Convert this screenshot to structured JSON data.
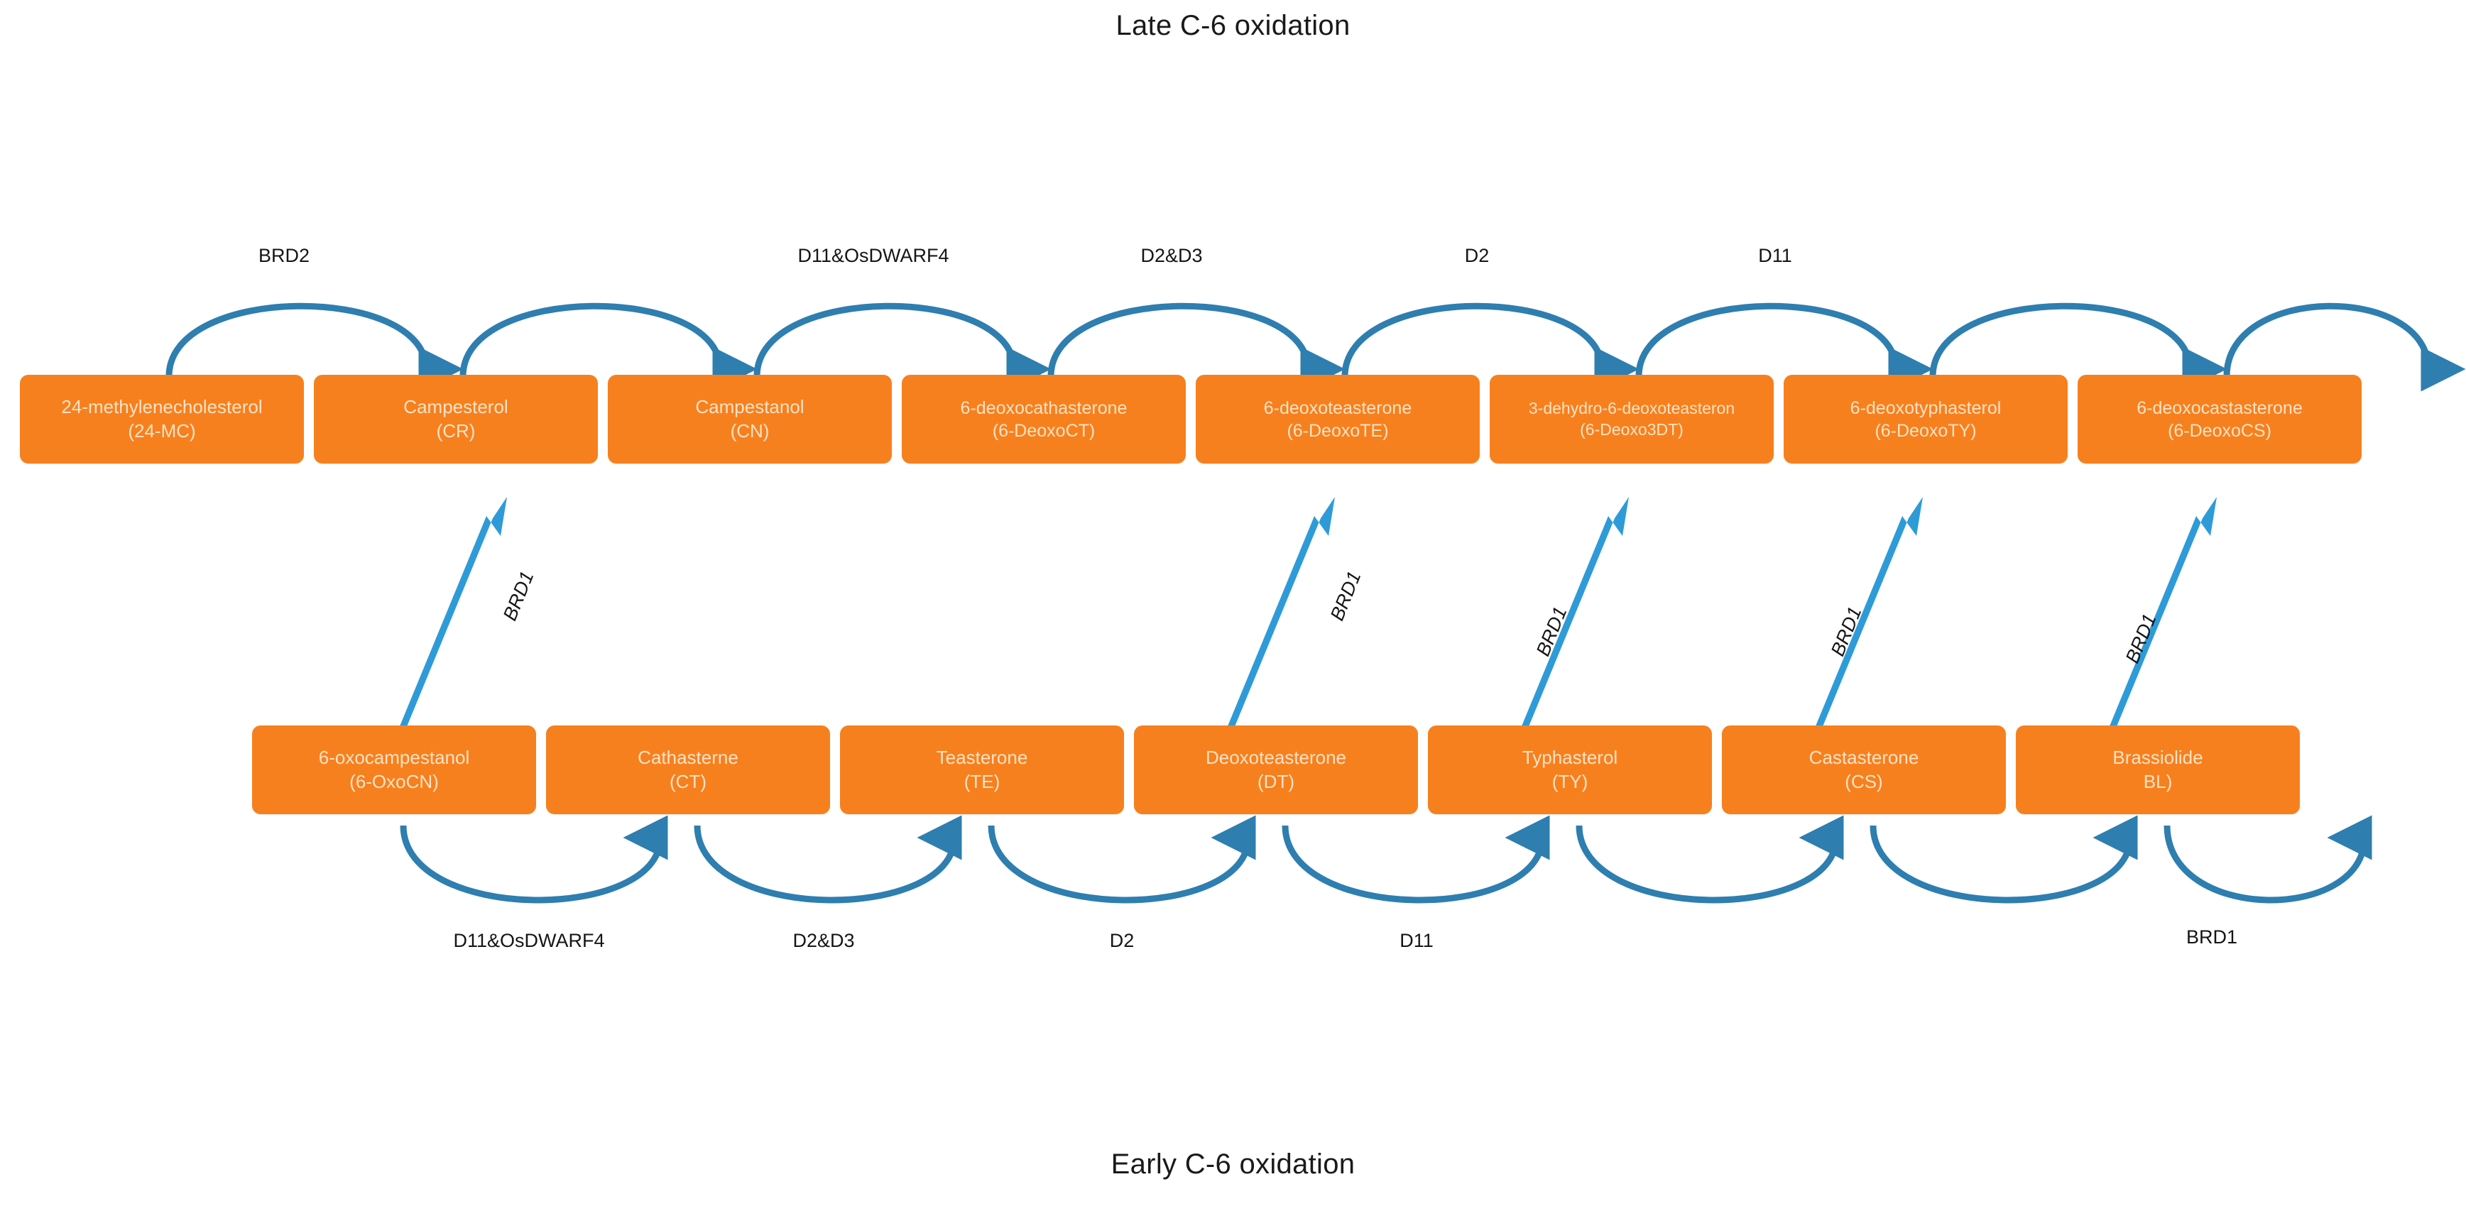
{
  "titles": {
    "top": "Late C-6 oxidation",
    "bottom": "Early C-6 oxidation"
  },
  "colors": {
    "node_fill": "#F7801E",
    "node_text": "#FDE3C6",
    "arrow_curved": "#2E7EB0",
    "arrow_diagonal": "#2E9BD8",
    "background": "#FFFFFF",
    "label_text": "#151515"
  },
  "top_row": {
    "label": "Late C-6 oxidation row",
    "nodes": [
      {
        "name": "24-methylenecholesterol",
        "abbr": "(24-MC)"
      },
      {
        "name": "Campesterol",
        "abbr": "(CR)"
      },
      {
        "name": "Campestanol",
        "abbr": "(CN)"
      },
      {
        "name": "6-deoxocathasterone",
        "abbr": "(6-DeoxoCT)"
      },
      {
        "name": "6-deoxoteasterone",
        "abbr": "(6-DeoxoTE)"
      },
      {
        "name": "3-dehydro-6-deoxoteasteron",
        "abbr": "(6-Deoxo3DT)"
      },
      {
        "name": "6-deoxotyphasterol",
        "abbr": "(6-DeoxoTY)"
      },
      {
        "name": "6-deoxocastasterone",
        "abbr": "(6-DeoxoCS)"
      }
    ],
    "enzymes": [
      "BRD2",
      "",
      "D11&OsDWARF4",
      "D2&D3",
      "D2",
      "D11",
      ""
    ]
  },
  "bottom_row": {
    "label": "Early C-6 oxidation row",
    "nodes": [
      {
        "name": "6-oxocampestanol",
        "abbr": "(6-OxoCN)"
      },
      {
        "name": "Cathasterne",
        "abbr": "(CT)"
      },
      {
        "name": "Teasterone",
        "abbr": "(TE)"
      },
      {
        "name": "Deoxoteasterone",
        "abbr": "(DT)"
      },
      {
        "name": "Typhasterol",
        "abbr": "(TY)"
      },
      {
        "name": "Castasterone",
        "abbr": "(CS)"
      },
      {
        "name": "Brassiolide",
        "abbr": "BL)"
      }
    ],
    "enzymes": [
      "D11&OsDWARF4",
      "D2&D3",
      "D2",
      "D11",
      "",
      "BRD1"
    ]
  },
  "diagonal_arrows": {
    "label": "BRD1 conversion arrows",
    "labels": [
      "BRD1",
      "BRD1",
      "BRD1",
      "BRD1",
      "BRD1"
    ],
    "from_to": [
      {
        "from": "Campestanol (CN)",
        "to": "6-oxocampestanol (6-OxoCN)"
      },
      {
        "from": "6-deoxoteasterone (6-DeoxoTE)",
        "to": "Teasterone (TE)"
      },
      {
        "from": "3-dehydro-6-deoxoteasteron (6-Deoxo3DT)",
        "to": "Deoxoteasterone (DT)"
      },
      {
        "from": "6-deoxotyphasterol (6-DeoxoTY)",
        "to": "Typhasterol (TY)"
      },
      {
        "from": "6-deoxocastasterone (6-DeoxoCS)",
        "to": "Castasterone (CS)"
      }
    ]
  }
}
